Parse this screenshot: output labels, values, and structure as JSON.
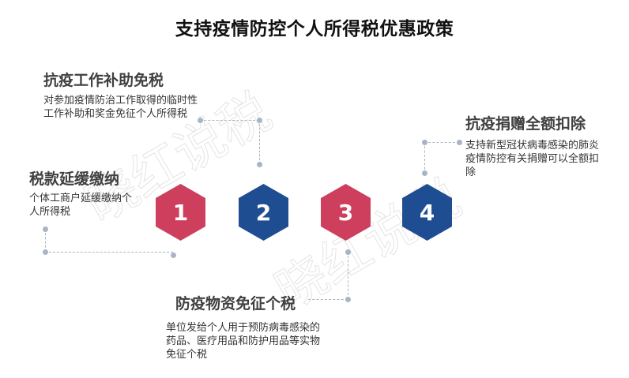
{
  "title": "支持疫情防控个人所得税优惠政策",
  "watermark": "晓红说税",
  "colors": {
    "red": "#cd3f5c",
    "blue": "#1e4d92",
    "connector": "#a9b4c6"
  },
  "steps": [
    {
      "number": "1",
      "color": "#cd3f5c"
    },
    {
      "number": "2",
      "color": "#1e4d92"
    },
    {
      "number": "3",
      "color": "#cd3f5c"
    },
    {
      "number": "4",
      "color": "#1e4d92"
    }
  ],
  "items": [
    {
      "heading": "税款延缓缴纳",
      "desc": "个体工商户延缓缴纳个人所得税"
    },
    {
      "heading": "抗疫工作补助免税",
      "desc": "对参加疫情防治工作取得的临时性工作补助和奖金免征个人所得税"
    },
    {
      "heading": "防疫物资免征个税",
      "desc": "单位发给个人用于预防病毒感染的药品、医疗用品和防护用品等实物免征个税"
    },
    {
      "heading": "抗疫捐赠全额扣除",
      "desc": "支持新型冠状病毒感染的肺炎疫情防控有关捐赠可以全额扣除"
    }
  ]
}
